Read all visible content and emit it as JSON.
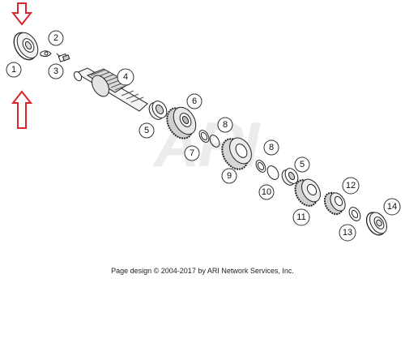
{
  "watermark": "ARI",
  "footer": "Page design © 2004-2017 by ARI Network Services, Inc.",
  "colors": {
    "arrow": "#d9262c",
    "line": "#222222",
    "callout_stroke": "#333333"
  },
  "callouts": [
    "1",
    "2",
    "3",
    "4",
    "5",
    "6",
    "7",
    "8",
    "9",
    "8",
    "10",
    "5",
    "11",
    "12",
    "13",
    "14"
  ]
}
